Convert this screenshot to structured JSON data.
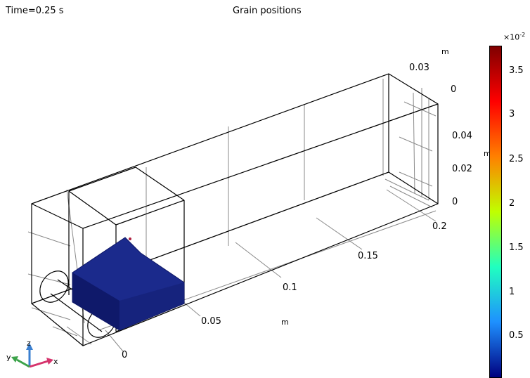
{
  "header": {
    "time_label": "Time=0.25 s",
    "title": "Grain positions"
  },
  "axes": {
    "x": {
      "unit": "m",
      "ticks": [
        "0",
        "0.05",
        "0.1",
        "0.15",
        "0.2"
      ]
    },
    "y": {
      "unit": "m",
      "ticks": [
        "0",
        "0.03"
      ]
    },
    "z": {
      "unit": "m",
      "ticks": [
        "0",
        "0.02",
        "0.04"
      ]
    }
  },
  "colorbar": {
    "exponent_base": "×10",
    "exponent_power": "-2",
    "ticks": [
      "3.5",
      "3",
      "2.5",
      "2",
      "1.5",
      "1",
      "0.5"
    ],
    "colors": {
      "top": "#7f0000",
      "upper": "#ff0000",
      "mid_upper": "#ff8000",
      "mid": "#c0ff00",
      "mid_lower": "#20ffc0",
      "lower": "#1e90ff",
      "bottom": "#00007f"
    }
  },
  "triad": {
    "x_label": "x",
    "y_label": "y",
    "z_label": "z"
  },
  "colors": {
    "grains": "#1b2a8c",
    "grains_dark": "#0e1766",
    "box_edges": "#000000",
    "grid": "#8a8a8a"
  }
}
